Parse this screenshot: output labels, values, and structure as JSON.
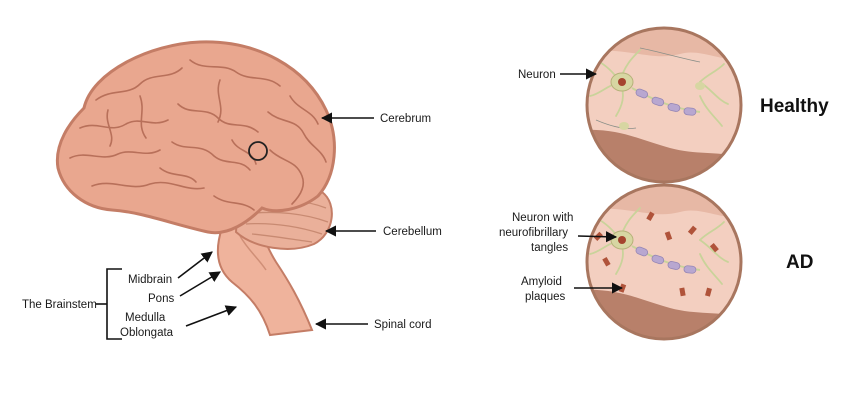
{
  "labels": {
    "cerebrum": "Cerebrum",
    "cerebellum": "Cerebellum",
    "spinal_cord": "Spinal cord",
    "brainstem": "The Brainstem",
    "midbrain": "Midbrain",
    "pons": "Pons",
    "medulla_1": "Medulla",
    "medulla_2": "Oblongata",
    "neuron": "Neuron",
    "tangles_1": "Neuron with",
    "tangles_2": "neurofibrillary",
    "tangles_3": "tangles",
    "plaques_1": "Amyloid",
    "plaques_2": "plaques"
  },
  "panels": {
    "healthy": "Healthy",
    "ad": "AD"
  },
  "colors": {
    "brain_fill": "#e9a78f",
    "brain_outline": "#c47d66",
    "gyri_line": "#b8705a",
    "stem_fill": "#efb39c",
    "cerebellum_fill": "#eab09a",
    "tissue_pink": "#f3cfc0",
    "tissue_brown": "#b8806a",
    "circle_border": "#a8765f",
    "neuron_body": "#c9d39a",
    "myelin": "#b8a7d0",
    "plaque": "#b0533a"
  }
}
